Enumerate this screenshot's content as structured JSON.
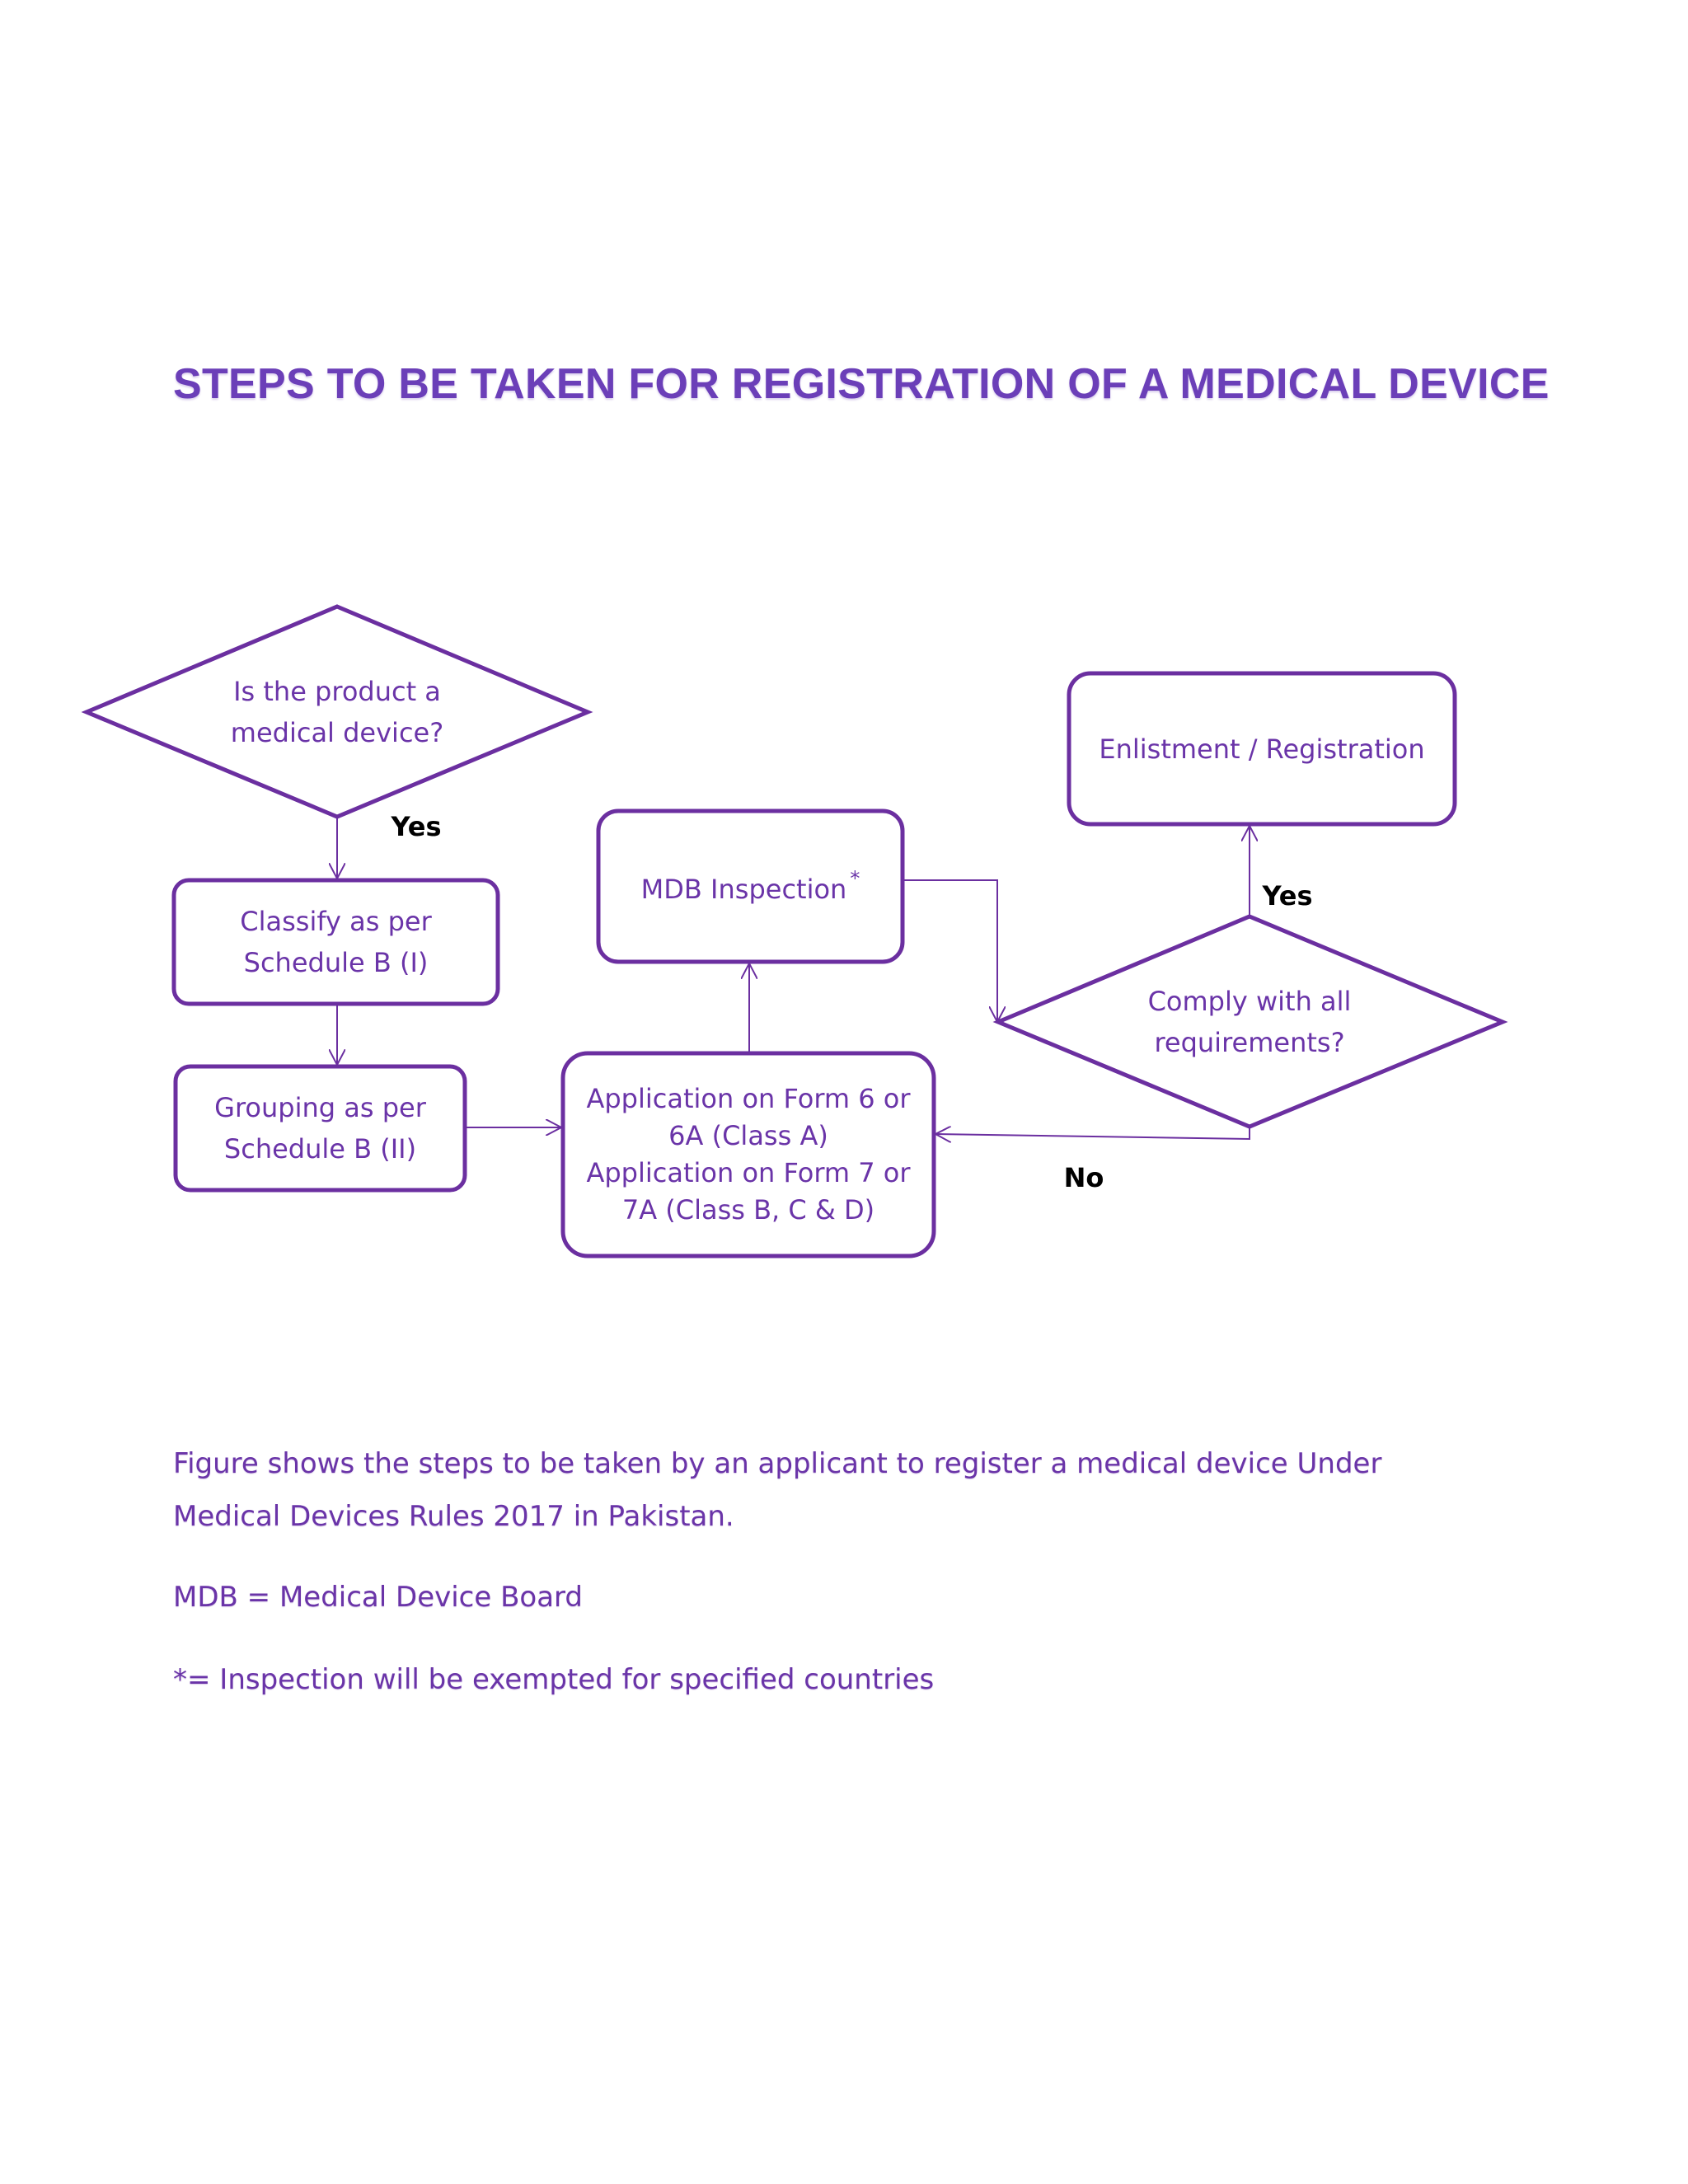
{
  "title": "STEPS TO BE TAKEN FOR REGISTRATION OF A MEDICAL DEVICE",
  "colors": {
    "accent": "#6a34a8",
    "stroke": "#6b2fa0",
    "label": "#000000"
  },
  "nodes": {
    "is_device": {
      "line1": "Is the product a",
      "line2": "medical device?"
    },
    "classify": {
      "line1": "Classify as per",
      "line2": "Schedule B (I)"
    },
    "grouping": {
      "line1": "Grouping as per",
      "line2": "Schedule B (II)"
    },
    "application": {
      "line1": "Application on Form 6 or",
      "line2": "6A (Class A)",
      "line3": "Application on Form 7 or",
      "line4": "7A (Class B, C & D)"
    },
    "inspection": {
      "label": "MDB Inspection",
      "marker": "*"
    },
    "comply": {
      "line1": "Comply with all",
      "line2": "requirements?"
    },
    "registration": {
      "label": "Enlistment / Registration"
    }
  },
  "edge_labels": {
    "yes_device": "Yes",
    "yes_comply": "Yes",
    "no_comply": "No"
  },
  "caption": {
    "main": "Figure shows the steps to be taken by an applicant to register a medical device Under Medical Devices Rules 2017 in Pakistan.",
    "mdb": "MDB = Medical Device Board",
    "note": "*= Inspection will be exempted for specified countries"
  }
}
